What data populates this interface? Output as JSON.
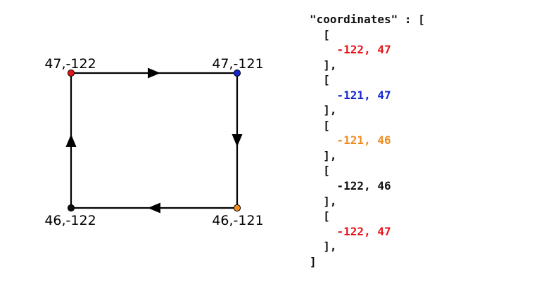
{
  "colors": {
    "red": "#e8141b",
    "blue": "#1428d2",
    "orange": "#f08c1e",
    "black": "#111111"
  },
  "diagram": {
    "vertices": [
      {
        "label": "47,-122",
        "color": "red"
      },
      {
        "label": "47,-121",
        "color": "blue"
      },
      {
        "label": "46,-121",
        "color": "orange"
      },
      {
        "label": "46,-122",
        "color": "black"
      }
    ]
  },
  "code": {
    "header": "\"coordinates\" : [",
    "open_bracket": "[",
    "close_bracket": "],",
    "footer": "]",
    "pairs": [
      {
        "text": "-122, 47",
        "color": "red"
      },
      {
        "text": "-121, 47",
        "color": "blue"
      },
      {
        "text": "-121, 46",
        "color": "orange"
      },
      {
        "text": "-122, 46",
        "color": "black"
      },
      {
        "text": "-122, 47",
        "color": "red"
      }
    ]
  }
}
